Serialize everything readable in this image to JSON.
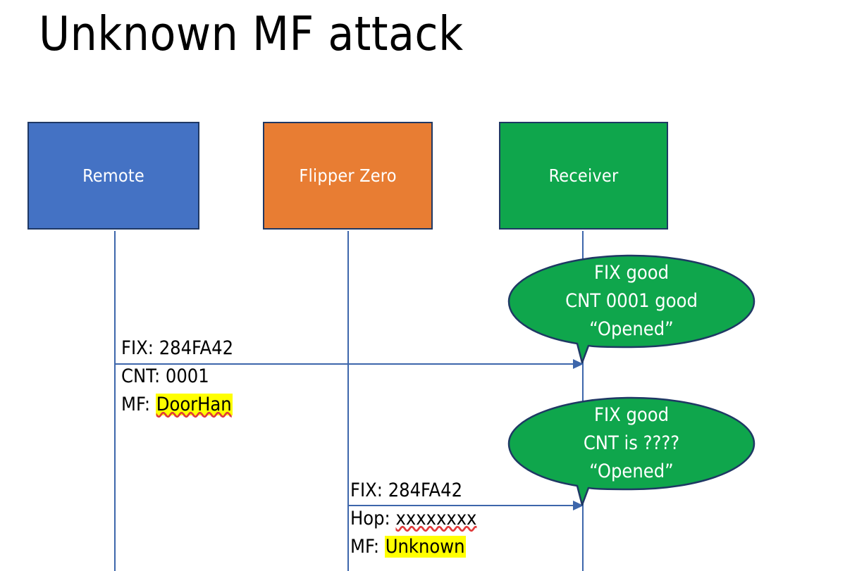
{
  "slide": {
    "title": "Unknown MF attack"
  },
  "colors": {
    "remote_box": "#4472c4",
    "flipper_box": "#e87d33",
    "receiver_box": "#0fa64c",
    "box_border": "#1f3864",
    "lifeline": "#3d66ab",
    "bubble_fill": "#0fa64c",
    "bubble_border": "#1f3864",
    "highlight": "#ffff00",
    "spellcheck_underline": "#e03a3a",
    "text": "#000000",
    "box_label_text": "#ffffff"
  },
  "actors": [
    {
      "id": "remote",
      "label": "Remote"
    },
    {
      "id": "flipper",
      "label": "Flipper Zero"
    },
    {
      "id": "receiver",
      "label": "Receiver"
    }
  ],
  "messages": [
    {
      "id": "remote-to-receiver",
      "from": "Remote",
      "to": "Receiver",
      "lines": [
        {
          "label": "FIX:",
          "value": "284FA42",
          "highlight": false,
          "spellcheck_error": false
        },
        {
          "label": "CNT:",
          "value": "0001",
          "highlight": false,
          "spellcheck_error": false
        },
        {
          "label": "MF:",
          "value": "DoorHan",
          "highlight": true,
          "spellcheck_error": true
        }
      ]
    },
    {
      "id": "flipper-to-receiver",
      "from": "Flipper Zero",
      "to": "Receiver",
      "lines": [
        {
          "label": "FIX:",
          "value": "284FA42",
          "highlight": false,
          "spellcheck_error": false
        },
        {
          "label": "Hop:",
          "value": "xxxxxxxx",
          "highlight": false,
          "spellcheck_error": true
        },
        {
          "label": "MF:",
          "value": "Unknown",
          "highlight": true,
          "spellcheck_error": false
        }
      ]
    }
  ],
  "bubbles": [
    {
      "id": "receiver-response-1",
      "lines": [
        "FIX good",
        "CNT 0001 good",
        "“Opened”"
      ]
    },
    {
      "id": "receiver-response-2",
      "lines": [
        "FIX good",
        "CNT is ????",
        "“Opened”"
      ]
    }
  ]
}
